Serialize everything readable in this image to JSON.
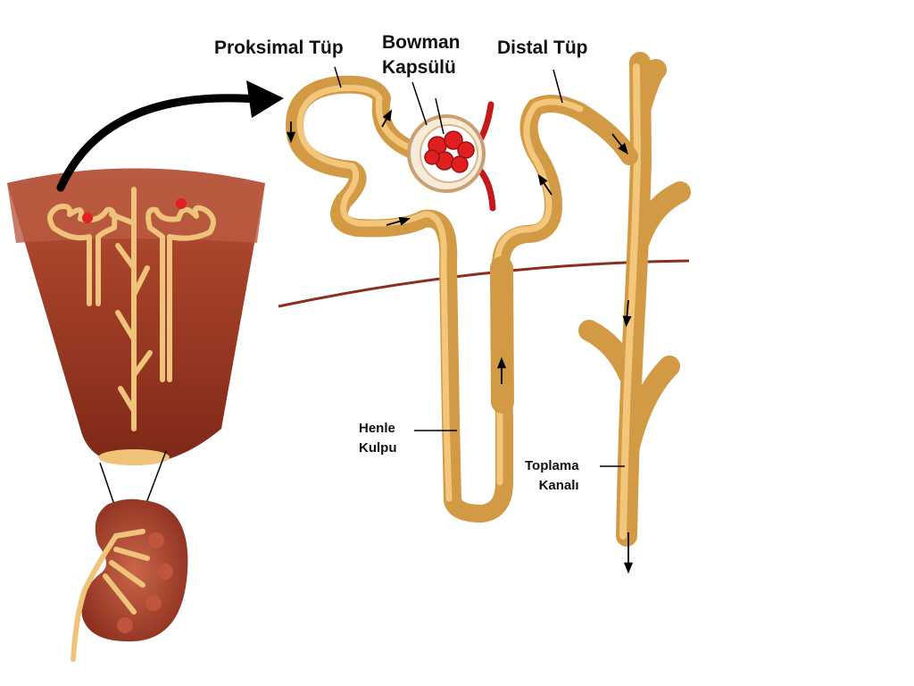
{
  "labels": {
    "proximal": "Proksimal Tüp",
    "bowman_line1": "Bowman",
    "bowman_line2": "Kapsülü",
    "distal": "Distal Tüp",
    "henle_line1": "Henle",
    "henle_line2": "Kulpu",
    "collecting_line1": "Toplama",
    "collecting_line2": "Kanalı"
  },
  "colors": {
    "tubule": "#d9a24c",
    "tubule_highlight": "#f3c97b",
    "cortex": "#b24a34",
    "medulla": "#8f2e1c",
    "glomerulus": "#e02020",
    "arrow": "#000000"
  }
}
